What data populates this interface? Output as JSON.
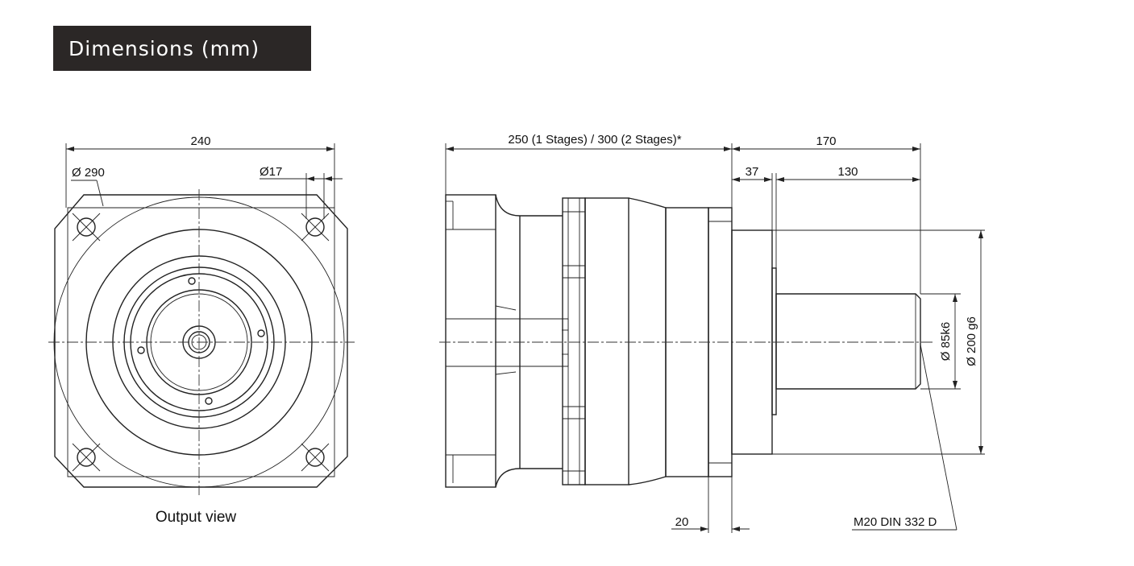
{
  "header": {
    "title": "Dimensions (mm)"
  },
  "output_view": {
    "caption": "Output view",
    "dim_width": "240",
    "dim_flange_diameter": "Ø 290",
    "dim_hole_diameter": "Ø17"
  },
  "side_view": {
    "dim_body_length": "250 (1 Stages) / 300 (2 Stages)*",
    "dim_output_length": "170",
    "dim_shoulder": "37",
    "dim_shaft_length": "130",
    "dim_flange_thickness": "20",
    "dim_shaft_diameter": "Ø 85k6",
    "dim_pilot_diameter": "Ø 200 g6",
    "thread_note": "M20 DIN 332 D"
  }
}
